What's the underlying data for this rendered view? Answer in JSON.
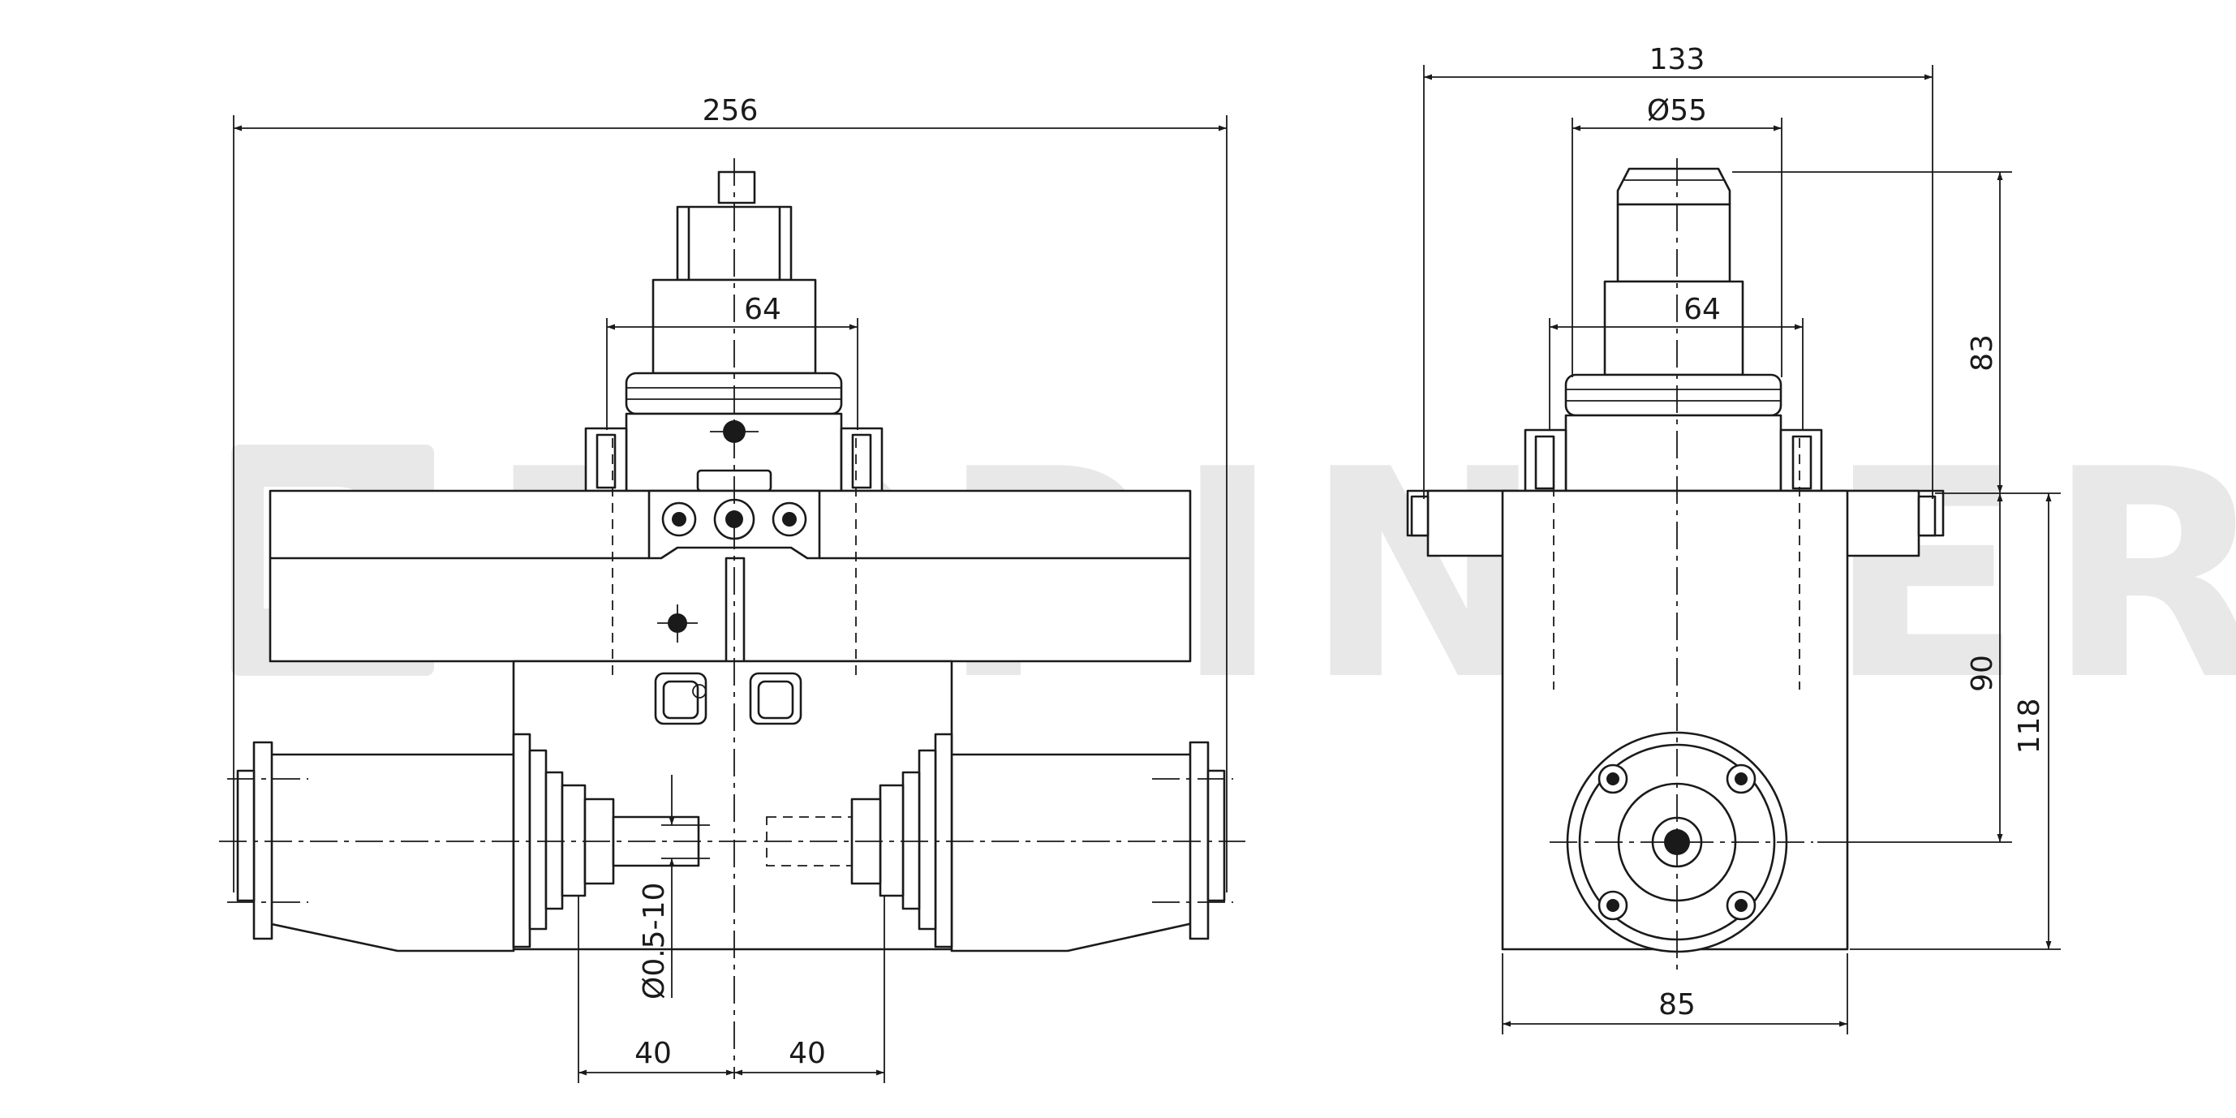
{
  "watermark": {
    "text": "EPPINGER",
    "color": "#e8e8e8"
  },
  "colors": {
    "line": "#1a1a1a",
    "background": "#ffffff"
  },
  "front_view": {
    "dims": {
      "overall_width": "256",
      "flange_width": "64",
      "left_offset": "40",
      "right_offset": "40",
      "clamp_range": "Ø0.5-10"
    }
  },
  "side_view": {
    "dims": {
      "overall_width": "133",
      "spindle_diameter": "Ø55",
      "flange_width": "64",
      "body_width": "85",
      "top_height": "83",
      "axis_height": "90",
      "total_height": "118"
    }
  }
}
